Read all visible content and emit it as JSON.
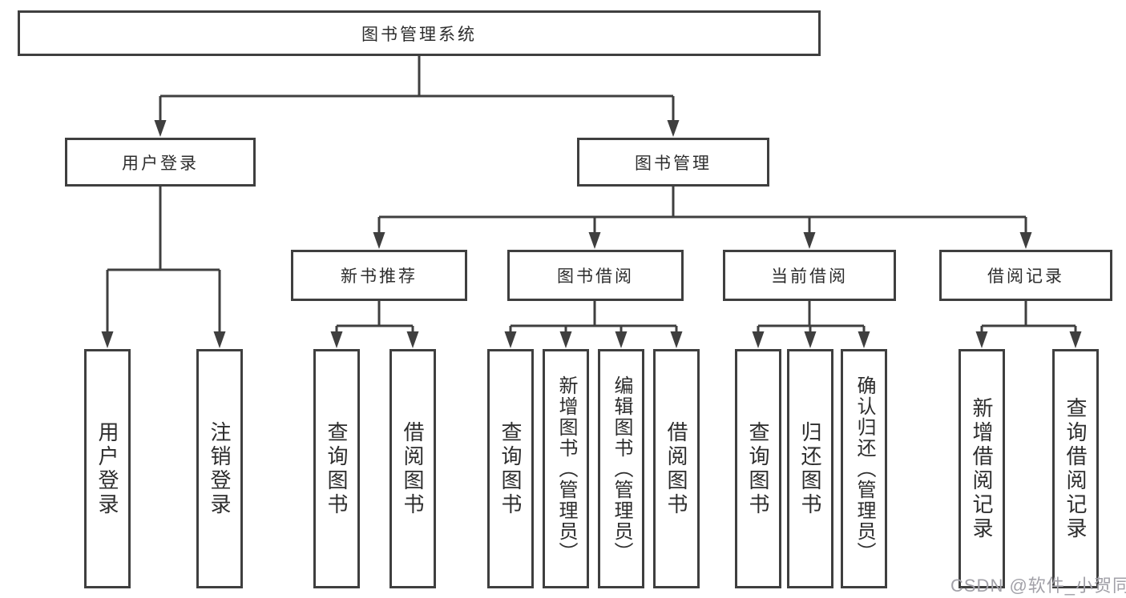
{
  "tree": {
    "label": "图书管理系统",
    "children": [
      {
        "label": "用户登录",
        "children": [
          {
            "label": "用户登录"
          },
          {
            "label": "注销登录"
          }
        ]
      },
      {
        "label": "图书管理",
        "children": [
          {
            "label": "新书推荐",
            "children": [
              {
                "label": "查询图书"
              },
              {
                "label": "借阅图书"
              }
            ]
          },
          {
            "label": "图书借阅",
            "children": [
              {
                "label": "查询图书"
              },
              {
                "label": "新增图书（管理员）"
              },
              {
                "label": "编辑图书（管理员）"
              },
              {
                "label": "借阅图书"
              }
            ]
          },
          {
            "label": "当前借阅",
            "children": [
              {
                "label": "查询图书"
              },
              {
                "label": "归还图书"
              },
              {
                "label": "确认归还（管理员）"
              }
            ]
          },
          {
            "label": "借阅记录",
            "children": [
              {
                "label": "新增借阅记录"
              },
              {
                "label": "查询借阅记录"
              }
            ]
          }
        ]
      }
    ]
  },
  "watermark": {
    "text": "CSDN @软件_小贺同学"
  },
  "colors": {
    "line": "#3f3f3f",
    "box_border": "#3f3f3f",
    "text": "#2d2d2d",
    "watermark": "#a2a1a8",
    "background": "#ffffff"
  }
}
